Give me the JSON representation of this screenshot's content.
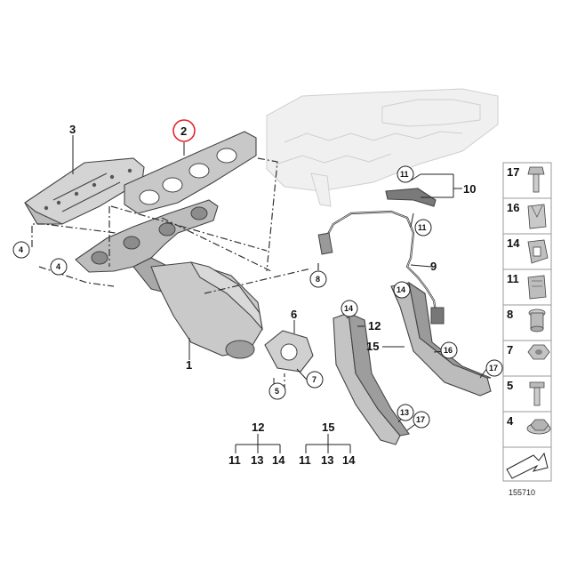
{
  "callouts": {
    "c1": "1",
    "c2": "2",
    "c3": "3",
    "c4a": "4",
    "c4b": "4",
    "c5": "5",
    "c6": "6",
    "c7": "7",
    "c8": "8",
    "c9": "9",
    "c10": "10",
    "c11a": "11",
    "c11b": "11",
    "c12": "12",
    "c13": "13",
    "c14a": "14",
    "c14b": "14",
    "c15": "15",
    "c16": "16",
    "c17a": "17",
    "c17b": "17"
  },
  "groups": [
    {
      "head": "12",
      "items": [
        "11",
        "13",
        "14"
      ]
    },
    {
      "head": "15",
      "items": [
        "11",
        "13",
        "14"
      ]
    }
  ],
  "legend": [
    "17",
    "16",
    "14",
    "11",
    "8",
    "7",
    "5",
    "4"
  ],
  "diagram_id": "155710",
  "highlight_color": "#e0262b"
}
